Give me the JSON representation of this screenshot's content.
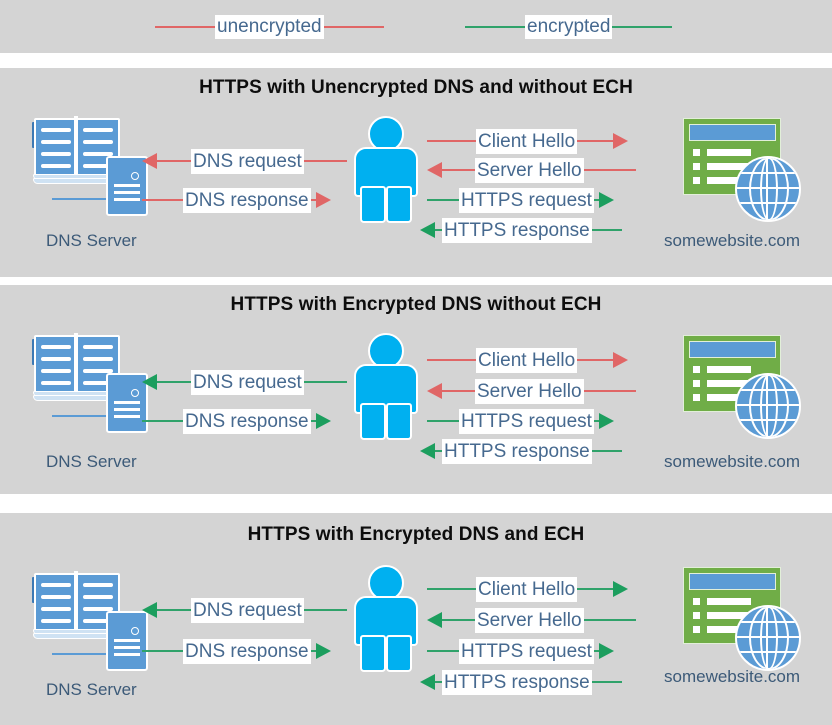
{
  "legend": {
    "items": [
      {
        "label": "unencrypted",
        "color": "#e06666",
        "name": "legend-unencrypted"
      },
      {
        "label": "encrypted",
        "color": "#2fa26a",
        "name": "legend-encrypted"
      }
    ]
  },
  "labels": {
    "dns_server": "DNS Server",
    "website": "somewebsite.com"
  },
  "panels": [
    {
      "title": "HTTPS with Unencrypted DNS and without ECH",
      "flows_left": [
        {
          "label": "DNS request",
          "color": "unencrypted",
          "direction": "left"
        },
        {
          "label": "DNS response",
          "color": "unencrypted",
          "direction": "right"
        }
      ],
      "flows_right": [
        {
          "label": "Client Hello",
          "color": "unencrypted",
          "direction": "right"
        },
        {
          "label": "Server Hello",
          "color": "unencrypted",
          "direction": "left"
        },
        {
          "label": "HTTPS request",
          "color": "encrypted",
          "direction": "right"
        },
        {
          "label": "HTTPS response",
          "color": "encrypted",
          "direction": "left"
        }
      ]
    },
    {
      "title": "HTTPS with Encrypted DNS without ECH",
      "flows_left": [
        {
          "label": "DNS request",
          "color": "encrypted",
          "direction": "left"
        },
        {
          "label": "DNS response",
          "color": "encrypted",
          "direction": "right"
        }
      ],
      "flows_right": [
        {
          "label": "Client Hello",
          "color": "unencrypted",
          "direction": "right"
        },
        {
          "label": "Server Hello",
          "color": "unencrypted",
          "direction": "left"
        },
        {
          "label": "HTTPS request",
          "color": "encrypted",
          "direction": "right"
        },
        {
          "label": "HTTPS response",
          "color": "encrypted",
          "direction": "left"
        }
      ]
    },
    {
      "title": "HTTPS with Encrypted DNS and ECH",
      "flows_left": [
        {
          "label": "DNS request",
          "color": "encrypted",
          "direction": "left"
        },
        {
          "label": "DNS response",
          "color": "encrypted",
          "direction": "right"
        }
      ],
      "flows_right": [
        {
          "label": "Client Hello",
          "color": "encrypted",
          "direction": "right"
        },
        {
          "label": "Server Hello",
          "color": "encrypted",
          "direction": "left"
        },
        {
          "label": "HTTPS request",
          "color": "encrypted",
          "direction": "right"
        },
        {
          "label": "HTTPS response",
          "color": "encrypted",
          "direction": "left"
        }
      ]
    }
  ],
  "colors": {
    "background": "#d4d4d4",
    "unencrypted": "#e06666",
    "encrypted": "#2fa26a",
    "text_blue": "#46698f",
    "title_black": "#0d0d0d",
    "person": "#00b0f0",
    "server_blue": "#5b9bd5",
    "site_green": "#70ad47"
  }
}
